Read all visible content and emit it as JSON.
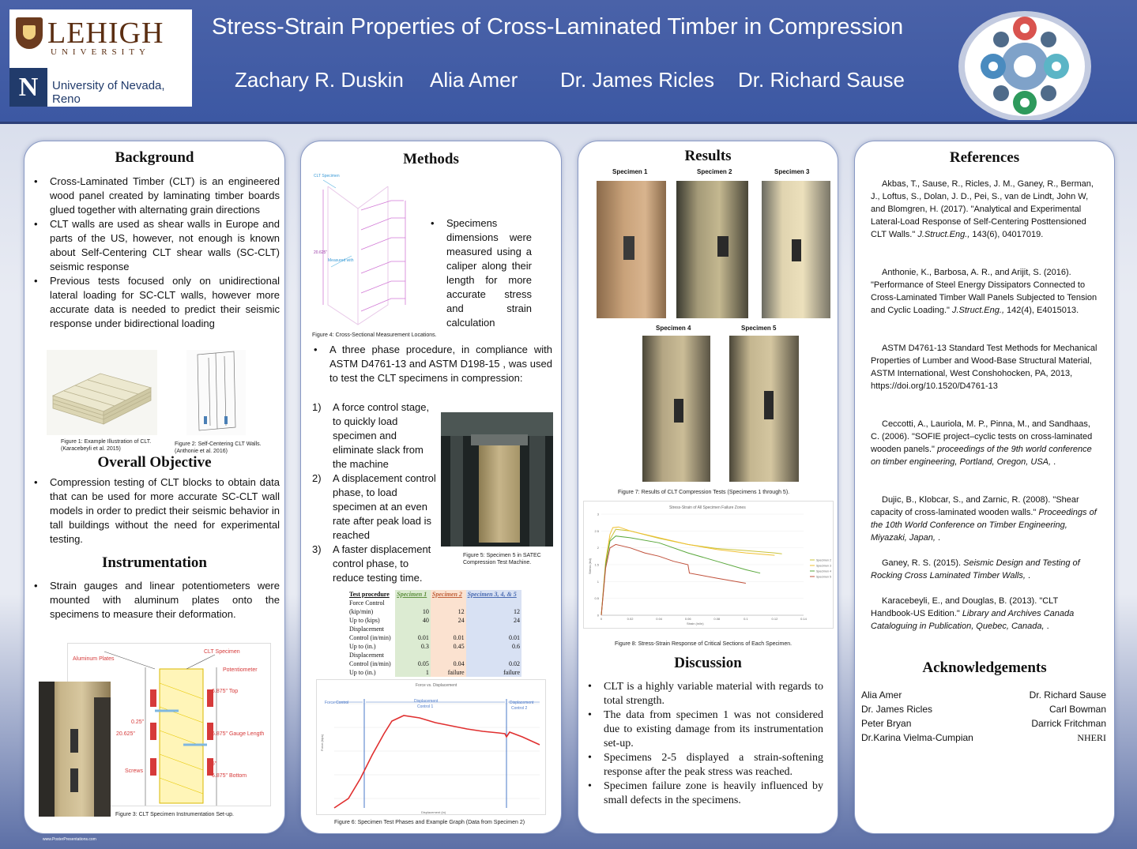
{
  "header": {
    "title": "Stress-Strain Properties of Cross-Laminated Timber in Compression",
    "authors": [
      "Zachary R. Duskin",
      "Alia Amer",
      "Dr. James Ricles",
      "Dr. Richard Sause"
    ],
    "lehigh_name": "LEHIGH",
    "lehigh_sub": "UNIVERSITY",
    "unr_letter": "N",
    "unr_name": "University of Nevada, Reno"
  },
  "background": {
    "title": "Background",
    "bullets": [
      "Cross-Laminated Timber (CLT) is an engineered wood panel created by laminating timber boards glued together with alternating grain directions",
      "CLT walls are used as shear walls in Europe and parts of the US, however, not enough is known about Self-Centering CLT shear walls (SC-CLT) seismic response",
      "Previous tests focused only on unidirectional lateral loading for SC-CLT walls, however more accurate data is needed to predict their seismic response under bidirectional loading"
    ],
    "fig1_caption_1": "Figure 1: Example Illustration of CLT.",
    "fig1_caption_2": "(Karacebeyli et al. 2015)",
    "fig2_caption_1": "Figure 2: Self-Centering CLT Walls.",
    "fig2_caption_2": "(Anthonie et al. 2016)"
  },
  "objective": {
    "title": "Overall Objective",
    "bullets": [
      "Compression testing of CLT blocks to obtain data that can be used for more accurate SC-CLT wall models in order to predict their seismic behavior in tall buildings without the need for experimental testing."
    ]
  },
  "instrumentation": {
    "title": "Instrumentation",
    "bullets": [
      "Strain gauges and linear potentiometers were mounted with aluminum plates onto the specimens to measure their deformation."
    ],
    "fig3_labels": {
      "aluminum": "Aluminum Plates",
      "clt": "CLT Specimen",
      "pot": "Potentiometer",
      "top": "6.875\" Top",
      "gauge": "6.875\" Gauge Length",
      "bottom": "6.875\" Bottom",
      "d025": "0.25\"",
      "d20": "20.625\"",
      "d15": "1.5\"",
      "screws": "Screws"
    },
    "fig3_caption": "Figure 3: CLT Specimen Instrumentation Set-up."
  },
  "methods": {
    "title": "Methods",
    "fig4_caption": "Figure 4: Cross-Sectional Measurement Locations.",
    "fig4_labels": {
      "clt": "CLT Specimen",
      "measured": "Measured with",
      "height": "20.625\""
    },
    "side_text": "Specimens dimensions were measured using a caliper along their length for more accurate stress and strain calculation",
    "procedure_bullet": "A three phase procedure, in compliance with ASTM D4761-13 and ASTM D198-15 , was used to test the CLT specimens in compression:",
    "steps": [
      {
        "num": "1)",
        "text": "A force control stage, to quickly load specimen and eliminate slack from the machine"
      },
      {
        "num": "2)",
        "text": "A displacement control phase, to load specimen at an even rate after peak load is reached"
      },
      {
        "num": "3)",
        "text": "A faster displacement control phase, to reduce testing time."
      }
    ],
    "fig5_caption_1": "Figure 5: Specimen 5 in SATEC",
    "fig5_caption_2": "Compression Test Machine.",
    "table": {
      "headers": [
        "Test procedure",
        "Specimen 1",
        "Specimen 2",
        "Specimen 3, 4, & 5"
      ],
      "rows": [
        [
          "Force Control",
          "",
          "",
          ""
        ],
        [
          "(kip/min)",
          "10",
          "12",
          "12"
        ],
        [
          "Up to (kips)",
          "40",
          "24",
          "24"
        ],
        [
          "Displacement",
          "",
          "",
          ""
        ],
        [
          "Control (in/min)",
          "0.01",
          "0.01",
          "0.01"
        ],
        [
          "Up to (in.)",
          "0.3",
          "0.45",
          "0.6"
        ],
        [
          "Displacement",
          "",
          "",
          ""
        ],
        [
          "Control (in/min)",
          "0.05",
          "0.04",
          "0.02"
        ],
        [
          "Up to (in.)",
          "1",
          "failure",
          "failure"
        ]
      ]
    },
    "fig6": {
      "title": "Force vs. Displacement",
      "phase1": "Force Control",
      "phase2a": "Displacement",
      "phase2b": "Control 1",
      "phase3a": "Displacement",
      "phase3b": "Control 2",
      "xlabel": "Displacement (in)",
      "ylabel": "Force (kips)"
    },
    "fig6_caption": "Figure 6: Specimen Test Phases and Example Graph (Data from Specimen 2)"
  },
  "results": {
    "title": "Results",
    "specimens": [
      "Specimen 1",
      "Specimen 2",
      "Specimen 3",
      "Specimen 4",
      "Specimen 5"
    ],
    "fig7_caption": "Figure 7:  Results of CLT Compression Tests (Specimens 1 through 5).",
    "fig8_caption": "Figure 8: Stress-Strain Response of Critical Sections of Each Specimen."
  },
  "chart_data": {
    "type": "line",
    "title": "Stress-Strain of All Specimen Failure Zones",
    "xlabel": "Strain (in/in)",
    "ylabel": "Stress (ksi)",
    "xlim": [
      0,
      0.14
    ],
    "ylim": [
      0,
      3
    ],
    "xticks": [
      "0",
      "0.02",
      "0.04",
      "0.06",
      "0.08",
      "0.1",
      "0.12",
      "0.14"
    ],
    "yticks": [
      "0",
      "0.5",
      "1",
      "1.5",
      "2",
      "2.5",
      "3"
    ],
    "legend_position": "right",
    "series": [
      {
        "name": "Specimen 2",
        "color": "#c9c33a",
        "x": [
          0,
          0.003,
          0.006,
          0.01,
          0.02,
          0.04,
          0.06,
          0.08,
          0.1,
          0.12,
          0.125
        ],
        "y": [
          0,
          1.5,
          2.25,
          2.55,
          2.5,
          2.28,
          2.1,
          1.98,
          1.92,
          1.85,
          1.82
        ]
      },
      {
        "name": "Specimen 3",
        "color": "#f0c030",
        "x": [
          0,
          0.003,
          0.006,
          0.008,
          0.012,
          0.02,
          0.04,
          0.06,
          0.08,
          0.1,
          0.12
        ],
        "y": [
          0,
          1.6,
          2.4,
          2.6,
          2.62,
          2.5,
          2.3,
          2.1,
          1.95,
          1.85,
          1.78
        ]
      },
      {
        "name": "Specimen 4",
        "color": "#5aa83c",
        "x": [
          0,
          0.003,
          0.006,
          0.01,
          0.02,
          0.04,
          0.06,
          0.08,
          0.1,
          0.11
        ],
        "y": [
          0,
          1.5,
          2.2,
          2.35,
          2.3,
          2.15,
          1.85,
          1.6,
          1.35,
          1.25
        ]
      },
      {
        "name": "Specimen 5",
        "color": "#c0503a",
        "x": [
          0,
          0.003,
          0.006,
          0.01,
          0.02,
          0.03,
          0.04,
          0.05,
          0.06,
          0.061,
          0.08,
          0.1
        ],
        "y": [
          0,
          1.4,
          2.0,
          2.1,
          2.0,
          1.85,
          1.75,
          1.6,
          1.5,
          1.25,
          1.1,
          0.95
        ]
      }
    ]
  },
  "discussion": {
    "title": "Discussion",
    "bullets": [
      "CLT is a highly variable material with regards to total strength.",
      "The data from specimen 1 was not considered due to existing damage from its instrumentation set-up.",
      "Specimens 2-5 displayed a strain-softening response after the peak stress was reached.",
      "Specimen failure zone is heavily influenced by small defects in the specimens."
    ]
  },
  "references": {
    "title": "References",
    "items": [
      {
        "plain": "Akbas, T., Sause, R., Ricles, J. M., Ganey, R., Berman, J., Loftus, S., Dolan, J. D., Pei, S., van de Lindt, John W, and Blomgren, H. (2017). \"Analytical and Experimental Lateral-Load Response of Self-Centering Posttensioned CLT Walls.\" ",
        "italic": "J.Struct.Eng.,",
        "tail": " 143(6), 04017019."
      },
      {
        "plain": "Anthonie, K., Barbosa, A. R., and Arijit, S. (2016). \"Performance of Steel Energy Dissipators Connected to Cross-Laminated Timber Wall Panels Subjected to Tension and Cyclic Loading.\" ",
        "italic": "J.Struct.Eng.,",
        "tail": " 142(4), E4015013."
      },
      {
        "plain": "ASTM D4761-13 Standard Test Methods for Mechanical Properties of Lumber and Wood-Base Structural Material, ASTM International, West Conshohocken, PA, 2013, https://doi.org/10.1520/D4761-13",
        "italic": "",
        "tail": ""
      },
      {
        "plain": "Ceccotti, A., Lauriola, M. P., Pinna, M., and Sandhaas, C. (2006). \"SOFIE project–cyclic tests on cross-laminated wooden panels.\" ",
        "italic": "proceedings of the 9th world conference on timber engineering, Portland, Oregon, USA,",
        "tail": " ."
      },
      {
        "plain": "Dujic, B., Klobcar, S., and Zarnic, R. (2008). \"Shear capacity of cross-laminated wooden walls.\" ",
        "italic": "Proceedings of the 10th World Conference on Timber Engineering, Miyazaki, Japan,",
        "tail": " ."
      },
      {
        "plain": "Ganey, R. S. (2015). ",
        "italic": "Seismic Design and Testing of Rocking Cross Laminated Timber Walls,",
        "tail": " ."
      },
      {
        "plain": "Karacebeyli, E., and Douglas, B. (2013). \"CLT Handbook-US Edition.\" ",
        "italic": "Library and Archives Canada Cataloguing in Publication, Quebec, Canada,",
        "tail": " ."
      }
    ]
  },
  "acknowledgements": {
    "title": "Acknowledgements",
    "left": [
      "Alia Amer",
      "Dr. James Ricles",
      "Peter Bryan",
      "Dr.Karina Vielma-Cumpian"
    ],
    "right": [
      "Dr. Richard Sause",
      "Carl Bowman",
      "Darrick Fritchman",
      "NHERI"
    ]
  },
  "footer": {
    "site": "www.PosterPresentations.com"
  }
}
